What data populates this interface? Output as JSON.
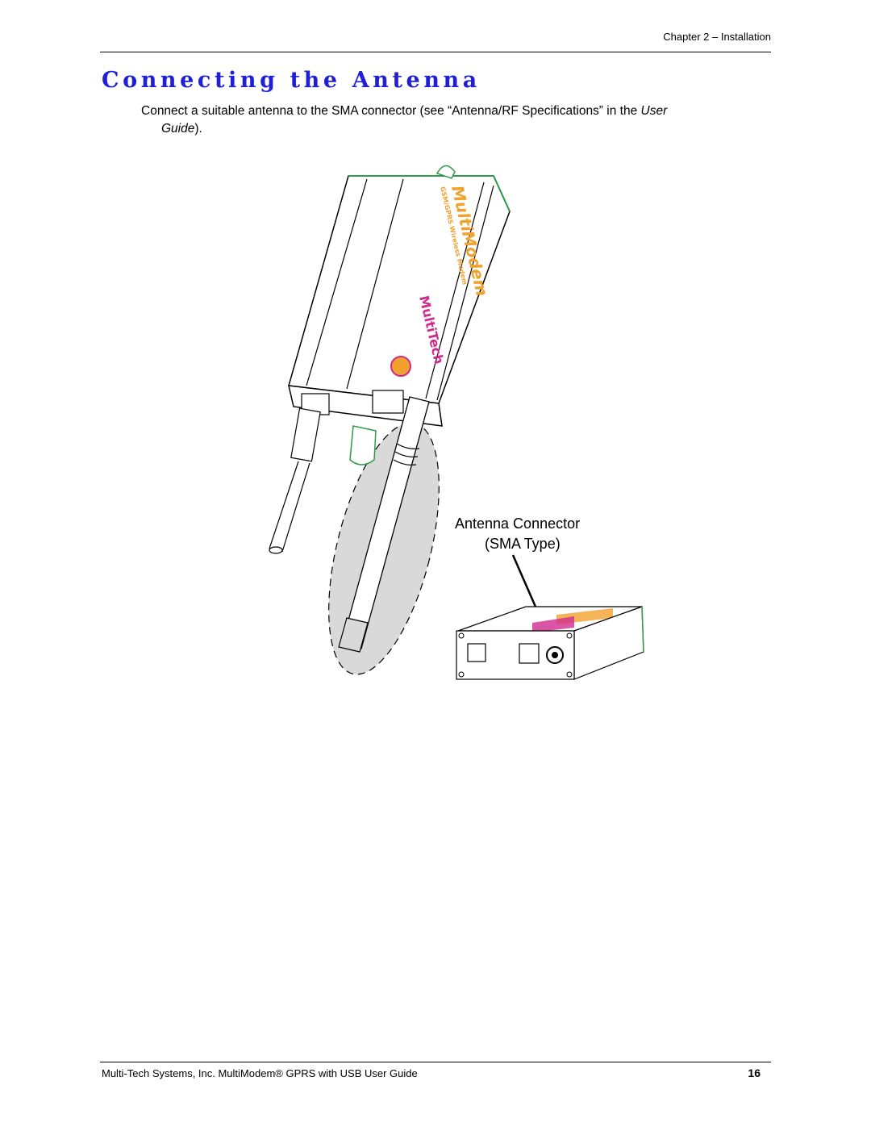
{
  "header": {
    "running_head": "Chapter 2 – Installation"
  },
  "section": {
    "title": "Connecting the Antenna",
    "body_line1": "Connect a suitable antenna to the SMA connector (see “Antenna/RF Specifications” in the ",
    "body_italic1": "User",
    "body_italic2": "Guide",
    "body_end": ")."
  },
  "figure": {
    "callout_line1": "Antenna Connector",
    "callout_line2": "(SMA Type)",
    "brand_text": "MultiModem",
    "brand_subtext": "GSM/GPRS Wireless Modem",
    "maker_text": "MultiTech",
    "colors": {
      "outline": "#000000",
      "edge_green": "#2e9a47",
      "antenna_shadow": "#d9d9d9",
      "brand_orange": "#f2a12e",
      "brand_magenta": "#d12a8f"
    }
  },
  "footer": {
    "text": "Multi-Tech Systems, Inc. MultiModem® GPRS with USB User Guide",
    "page_number": "16"
  }
}
